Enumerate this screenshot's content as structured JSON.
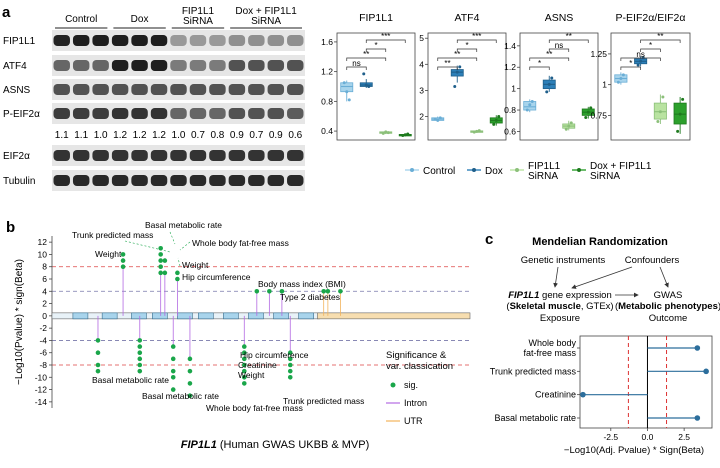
{
  "panel_letters": {
    "a": "a",
    "b": "b",
    "c": "c"
  },
  "western_blot": {
    "groups": [
      "Control",
      "Dox",
      "FIP1L1\nSiRNA",
      "Dox + FIP1L1\nSiRNA"
    ],
    "rows": [
      "FIP1L1",
      "ATF4",
      "ASNS",
      "P-EIF2α",
      "EIF2α",
      "Tubulin"
    ],
    "ratios": [
      "1.1",
      "1.1",
      "1.0",
      "1.2",
      "1.2",
      "1.2",
      "1.0",
      "0.7",
      "0.8",
      "0.9",
      "0.7",
      "0.9",
      "0.6"
    ],
    "band_intensity": {
      "FIP1L1": [
        0.92,
        0.95,
        0.95,
        0.95,
        0.95,
        0.95,
        0.35,
        0.35,
        0.35,
        0.4,
        0.4,
        0.4,
        0.4
      ],
      "ATF4": [
        0.6,
        0.6,
        0.6,
        0.95,
        0.95,
        0.95,
        0.5,
        0.5,
        0.5,
        0.7,
        0.7,
        0.7,
        0.7
      ],
      "ASNS": [
        0.7,
        0.7,
        0.7,
        0.7,
        0.7,
        0.7,
        0.7,
        0.7,
        0.7,
        0.7,
        0.7,
        0.7,
        0.7
      ],
      "P-EIF2α": [
        0.8,
        0.8,
        0.8,
        0.85,
        0.85,
        0.85,
        0.6,
        0.6,
        0.6,
        0.7,
        0.7,
        0.7,
        0.65
      ],
      "EIF2α": [
        0.85,
        0.85,
        0.85,
        0.85,
        0.85,
        0.85,
        0.85,
        0.85,
        0.85,
        0.85,
        0.85,
        0.85,
        0.85
      ],
      "Tubulin": [
        0.9,
        0.9,
        0.9,
        0.9,
        0.9,
        0.9,
        0.9,
        0.9,
        0.9,
        0.9,
        0.9,
        0.9,
        0.9
      ]
    }
  },
  "chart_data": [
    {
      "type": "box",
      "title": "FIP1L1",
      "yticks": [
        0.4,
        0.8,
        1.2,
        1.6
      ],
      "ylim": [
        0.28,
        1.72
      ],
      "groups": [
        {
          "name": "Control",
          "min": 0.8,
          "q1": 0.93,
          "median": 1.0,
          "q3": 1.05,
          "max": 1.08,
          "points": [
            1.05,
            0.93,
            0.82
          ]
        },
        {
          "name": "Dox",
          "min": 0.98,
          "q1": 1.0,
          "median": 1.02,
          "q3": 1.05,
          "max": 1.1,
          "points": [
            1.17,
            1.02,
            1.0
          ]
        },
        {
          "name": "FIP1L1 SiRNA",
          "min": 0.36,
          "q1": 0.37,
          "median": 0.38,
          "q3": 0.39,
          "max": 0.4,
          "points": [
            0.37,
            0.39,
            0.38
          ]
        },
        {
          "name": "Dox + FIP1L1 SiRNA",
          "min": 0.33,
          "q1": 0.34,
          "median": 0.35,
          "q3": 0.355,
          "max": 0.36,
          "points": [
            0.34,
            0.35,
            0.36
          ]
        }
      ],
      "brackets": [
        {
          "from": 0,
          "to": 1,
          "label": "ns"
        },
        {
          "from": 0,
          "to": 2,
          "label": "**"
        },
        {
          "from": 1,
          "to": 2,
          "label": "*"
        },
        {
          "from": 1,
          "to": 3,
          "label": "***"
        }
      ]
    },
    {
      "type": "box",
      "title": "ATF4",
      "yticks": [
        2,
        3,
        4,
        5
      ],
      "ylim": [
        1.1,
        5.2
      ],
      "groups": [
        {
          "name": "Control",
          "min": 1.8,
          "q1": 1.85,
          "median": 1.9,
          "q3": 1.95,
          "max": 2.0,
          "points": [
            1.9,
            1.85,
            1.95
          ]
        },
        {
          "name": "Dox",
          "min": 3.3,
          "q1": 3.55,
          "median": 3.7,
          "q3": 3.8,
          "max": 3.95,
          "points": [
            3.15,
            3.7,
            3.9
          ]
        },
        {
          "name": "FIP1L1 SiRNA",
          "min": 1.38,
          "q1": 1.4,
          "median": 1.43,
          "q3": 1.45,
          "max": 1.48,
          "points": [
            1.4,
            1.43,
            1.46
          ]
        },
        {
          "name": "Dox + FIP1L1 SiRNA",
          "min": 1.65,
          "q1": 1.75,
          "median": 1.85,
          "q3": 1.95,
          "max": 2.05,
          "points": [
            1.7,
            1.85,
            2.0
          ]
        }
      ],
      "brackets": [
        {
          "from": 0,
          "to": 1,
          "label": "**"
        },
        {
          "from": 0,
          "to": 2,
          "label": "**"
        },
        {
          "from": 1,
          "to": 2,
          "label": "*"
        },
        {
          "from": 1,
          "to": 3,
          "label": "***"
        }
      ]
    },
    {
      "type": "box",
      "title": "ASNS",
      "yticks": [
        0.6,
        0.8,
        1.0,
        1.2,
        1.4
      ],
      "ylim": [
        0.52,
        1.52
      ],
      "groups": [
        {
          "name": "Control",
          "min": 0.78,
          "q1": 0.8,
          "median": 0.83,
          "q3": 0.88,
          "max": 0.9,
          "points": [
            0.8,
            0.85,
            0.88
          ]
        },
        {
          "name": "Dox",
          "min": 0.97,
          "q1": 1.0,
          "median": 1.04,
          "q3": 1.08,
          "max": 1.12,
          "points": [
            0.97,
            1.04,
            1.1
          ]
        },
        {
          "name": "FIP1L1 SiRNA",
          "min": 0.61,
          "q1": 0.63,
          "median": 0.65,
          "q3": 0.67,
          "max": 0.7,
          "points": [
            0.62,
            0.65,
            0.68
          ]
        },
        {
          "name": "Dox + FIP1L1 SiRNA",
          "min": 0.72,
          "q1": 0.75,
          "median": 0.78,
          "q3": 0.81,
          "max": 0.83,
          "points": [
            0.73,
            0.78,
            0.82
          ]
        }
      ],
      "brackets": [
        {
          "from": 0,
          "to": 1,
          "label": "*"
        },
        {
          "from": 0,
          "to": 2,
          "label": "**"
        },
        {
          "from": 1,
          "to": 2,
          "label": "ns"
        },
        {
          "from": 1,
          "to": 3,
          "label": "**"
        }
      ]
    },
    {
      "type": "box",
      "title": "P-EIF2α/EIF2α",
      "yticks": [
        0.75,
        1.0,
        1.25
      ],
      "ylim": [
        0.55,
        1.42
      ],
      "groups": [
        {
          "name": "Control",
          "min": 1.0,
          "q1": 1.02,
          "median": 1.05,
          "q3": 1.08,
          "max": 1.1,
          "points": [
            1.02,
            1.05,
            1.08
          ]
        },
        {
          "name": "Dox",
          "min": 1.15,
          "q1": 1.17,
          "median": 1.19,
          "q3": 1.21,
          "max": 1.23,
          "points": [
            1.16,
            1.19,
            1.22
          ]
        },
        {
          "name": "FIP1L1 SiRNA",
          "min": 0.68,
          "q1": 0.72,
          "median": 0.78,
          "q3": 0.85,
          "max": 0.92,
          "points": [
            0.7,
            0.78,
            0.9
          ]
        },
        {
          "name": "Dox + FIP1L1 SiRNA",
          "min": 0.6,
          "q1": 0.68,
          "median": 0.76,
          "q3": 0.85,
          "max": 0.9,
          "points": [
            0.62,
            0.76,
            0.88
          ]
        }
      ],
      "brackets": [
        {
          "from": 0,
          "to": 1,
          "label": "*"
        },
        {
          "from": 0,
          "to": 2,
          "label": "ns"
        },
        {
          "from": 1,
          "to": 2,
          "label": "*"
        },
        {
          "from": 1,
          "to": 3,
          "label": "**"
        }
      ]
    },
    {
      "type": "scatter",
      "title": "",
      "xlabel": "FIP1L1 (Human GWAS UKBB & MVP)",
      "ylabel": "−Log10(Pvalue) * sign(Beta)",
      "yticks": [
        12,
        10,
        8,
        6,
        4,
        2,
        0,
        -2,
        -4,
        -6,
        -8,
        -10,
        -12,
        -14
      ],
      "ylim": [
        -15,
        13
      ],
      "thresholds": [
        8,
        4,
        -4,
        -8
      ],
      "points": [
        {
          "x": 0.11,
          "y": -4
        },
        {
          "x": 0.11,
          "y": -6
        },
        {
          "x": 0.11,
          "y": -8
        },
        {
          "x": 0.11,
          "y": -9
        },
        {
          "x": 0.17,
          "y": 8
        },
        {
          "x": 0.17,
          "y": 9
        },
        {
          "x": 0.17,
          "y": 10
        },
        {
          "x": 0.21,
          "y": -4
        },
        {
          "x": 0.21,
          "y": -5
        },
        {
          "x": 0.21,
          "y": -6
        },
        {
          "x": 0.21,
          "y": -7
        },
        {
          "x": 0.21,
          "y": -8
        },
        {
          "x": 0.21,
          "y": -9
        },
        {
          "x": 0.26,
          "y": 7
        },
        {
          "x": 0.26,
          "y": 8
        },
        {
          "x": 0.26,
          "y": 9
        },
        {
          "x": 0.26,
          "y": 10
        },
        {
          "x": 0.26,
          "y": 11
        },
        {
          "x": 0.27,
          "y": 7
        },
        {
          "x": 0.27,
          "y": 9
        },
        {
          "x": 0.3,
          "y": 6
        },
        {
          "x": 0.3,
          "y": 7
        },
        {
          "x": 0.29,
          "y": -5
        },
        {
          "x": 0.29,
          "y": -7
        },
        {
          "x": 0.29,
          "y": -9
        },
        {
          "x": 0.29,
          "y": -10
        },
        {
          "x": 0.29,
          "y": -12
        },
        {
          "x": 0.33,
          "y": -7
        },
        {
          "x": 0.33,
          "y": -9
        },
        {
          "x": 0.33,
          "y": -11
        },
        {
          "x": 0.33,
          "y": -13
        },
        {
          "x": 0.46,
          "y": -5
        },
        {
          "x": 0.46,
          "y": -6
        },
        {
          "x": 0.46,
          "y": -7
        },
        {
          "x": 0.46,
          "y": -8
        },
        {
          "x": 0.46,
          "y": -9
        },
        {
          "x": 0.46,
          "y": -10
        },
        {
          "x": 0.46,
          "y": -11
        },
        {
          "x": 0.49,
          "y": 4
        },
        {
          "x": 0.52,
          "y": 4
        },
        {
          "x": 0.55,
          "y": 4
        },
        {
          "x": 0.57,
          "y": -6
        },
        {
          "x": 0.57,
          "y": -7
        },
        {
          "x": 0.57,
          "y": -8
        },
        {
          "x": 0.57,
          "y": -9
        },
        {
          "x": 0.57,
          "y": -10
        },
        {
          "x": 0.65,
          "y": 4
        },
        {
          "x": 0.66,
          "y": 4
        },
        {
          "x": 0.69,
          "y": 4
        }
      ],
      "legend": {
        "title": "Significance &\nvar. classication",
        "items": [
          "sig.",
          "Intron",
          "UTR"
        ]
      },
      "annotations": [
        "Trunk predicted mass",
        "Basal metabolic rate",
        "Whole body fat-free mass",
        "Weight",
        "Weight",
        "Hip circumference",
        "Body mass index (BMI)",
        "Type 2 diabetes",
        "Basal metabolic rate",
        "Hip circumference",
        "Creatinine",
        "Weight",
        "Basal metabolic rate",
        "Whole body fat-free mass",
        "Trunk predicted mass"
      ]
    },
    {
      "type": "lollipop",
      "title": "Mendelian Randomization",
      "categories": [
        "Whole body fat-free mass",
        "Trunk predicted mass",
        "Creatinine",
        "Basal metabolic rate"
      ],
      "values": [
        3.4,
        4.0,
        -4.4,
        3.4
      ],
      "xticks": [
        -2.5,
        0.0,
        2.5
      ],
      "xlim": [
        -4.6,
        4.4
      ],
      "thresholds": [
        -1.3,
        1.3
      ],
      "xlabel": "−Log10(Adj. Pvalue) * Sign(Beta)"
    }
  ],
  "legend_a": {
    "items": [
      "Control",
      "Dox",
      "FIP1L1\nSiRNA",
      "Dox + FIP1L1\nSiRNA"
    ],
    "colors": [
      "#a8d4ec",
      "#2c7fb8",
      "#b9e3a1",
      "#2ca02c"
    ]
  },
  "mr_diagram": {
    "genetic_instruments": "Genetic instruments",
    "confounders": "Confounders",
    "exposure_l1a": "FIP1L1",
    "exposure_l1b": " gene expression",
    "exposure_l2a": "(",
    "exposure_l2b": "Skeletal muscle",
    "exposure_l2c": ", GTEx)",
    "exposure": "Exposure",
    "gwas": "GWAS",
    "gwas_l2a": "(",
    "gwas_l2b": "Metabolic phenotypes",
    "gwas_l2c": ")",
    "outcome": "Outcome"
  },
  "colors": {
    "control": "#a8d4ec",
    "dox": "#2c7fb8",
    "sirna": "#b9e3a1",
    "dox_sirna": "#2ca02c",
    "sig": "#1aa64a",
    "intron": "#b36ae2",
    "utr": "#f2b35c",
    "threshold_8": "#d44",
    "threshold_4": "#77a",
    "exon": "#a8d4ec",
    "utr_box": "#f7deb0"
  }
}
